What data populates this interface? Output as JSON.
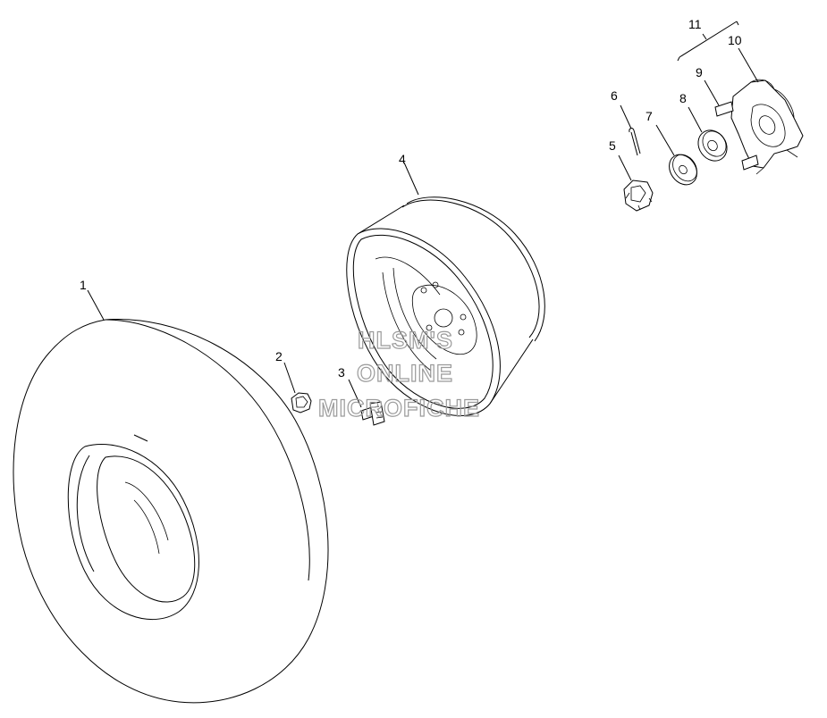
{
  "callouts": [
    {
      "id": "1",
      "label": "1"
    },
    {
      "id": "2",
      "label": "2"
    },
    {
      "id": "3",
      "label": "3"
    },
    {
      "id": "4",
      "label": "4"
    },
    {
      "id": "5",
      "label": "5"
    },
    {
      "id": "6",
      "label": "6"
    },
    {
      "id": "7",
      "label": "7"
    },
    {
      "id": "8",
      "label": "8"
    },
    {
      "id": "9",
      "label": "9"
    },
    {
      "id": "10",
      "label": "10"
    },
    {
      "id": "11",
      "label": "11"
    }
  ],
  "watermark": {
    "line1": "HLSM'S",
    "line2": "ONLINE",
    "line3": "MICROFICHE",
    "color": "#9a9a9a"
  }
}
